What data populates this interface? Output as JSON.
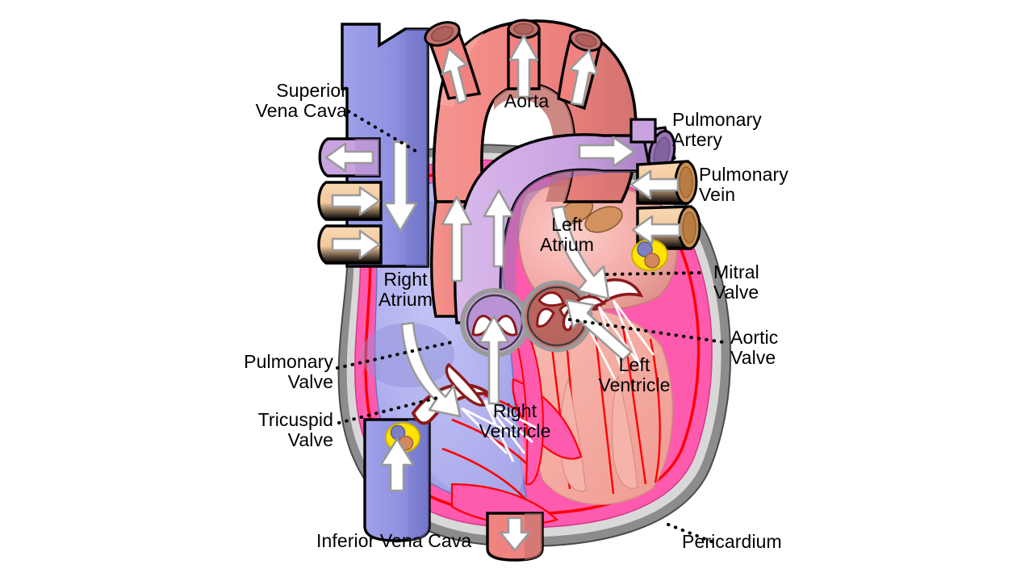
{
  "figure": {
    "title": "Human Heart Anatomy Cross-Section Diagram",
    "background": "#ffffff"
  },
  "labels": {
    "superior_vena_cava": "Superior\nVena Cava",
    "aorta": "Aorta",
    "pulmonary_artery": "Pulmonary\nArtery",
    "pulmonary_vein": "Pulmonary\nVein",
    "left_atrium": "Left\nAtrium",
    "right_atrium": "Right\nAtrium",
    "mitral_valve": "Mitral\nValve",
    "aortic_valve": "Aortic\nValve",
    "pulmonary_valve": "Pulmonary\nValve",
    "tricuspid_valve": "Tricuspid\nValve",
    "left_ventricle": "Left\nVentricle",
    "right_ventricle": "Right\nVentricle",
    "inferior_vena_cava": "Inferior Vena Cava",
    "pericardium": "Pericardium"
  },
  "colors": {
    "aorta": "#f0827f",
    "aorta_dark": "#c4736f",
    "pulmonary_artery": "#c9a3e0",
    "pulmonary_artery_dark": "#9b74b8",
    "pulmonary_vein": "#f3c79a",
    "pulmonary_vein_dark": "#c98f53",
    "vena_cava": "#8f90e0",
    "vena_cava_dark": "#6d6ec4",
    "right_chamber": "#b0b0ef",
    "left_atrium": "#f3aaa6",
    "left_ventricle": "#f5a79e",
    "myocardium": "#ff5bae",
    "pericardium_inner": "#d8d8d8",
    "pericardium_outer": "#8c8c8c",
    "endocardium_line": "#ff0000",
    "valve_leaflet": "#ffffff",
    "valve_edge": "#8b1a1a",
    "arrow_fill": "#ffffff",
    "arrow_stroke": "#9a9a9a",
    "fat_pad": "#ffe400",
    "coronary_vein": "#7f7fc4",
    "coronary_artery": "#d4885e",
    "outline": "#000000",
    "leader_line": "#000000",
    "text": "#000000"
  },
  "flow_arrows": [
    {
      "name": "brachiocephalic-trunk-arrow",
      "direction": "up"
    },
    {
      "name": "left-common-carotid-arrow",
      "direction": "up"
    },
    {
      "name": "left-subclavian-arrow",
      "direction": "up"
    },
    {
      "name": "svc-inflow-arrow",
      "direction": "down"
    },
    {
      "name": "ivc-inflow-arrow",
      "direction": "up"
    },
    {
      "name": "pulmonary-artery-left-arrow",
      "direction": "left"
    },
    {
      "name": "pulmonary-artery-right-arrow",
      "direction": "right"
    },
    {
      "name": "pulmonary-vein-left-upper-arrow",
      "direction": "right"
    },
    {
      "name": "pulmonary-vein-left-lower-arrow",
      "direction": "right"
    },
    {
      "name": "pulmonary-vein-right-upper-arrow",
      "direction": "left"
    },
    {
      "name": "pulmonary-vein-right-lower-arrow",
      "direction": "left"
    },
    {
      "name": "aorta-ascending-arrow",
      "direction": "up"
    },
    {
      "name": "pulmonary-trunk-arrow",
      "direction": "up"
    },
    {
      "name": "right-atrium-to-ventricle-arrow",
      "direction": "down"
    },
    {
      "name": "left-atrium-to-ventricle-arrow",
      "direction": "down"
    },
    {
      "name": "pulmonary-valve-outflow-arrow",
      "direction": "up"
    },
    {
      "name": "aortic-valve-outflow-arrow",
      "direction": "up-left"
    },
    {
      "name": "descending-aorta-arrow",
      "direction": "down"
    }
  ]
}
